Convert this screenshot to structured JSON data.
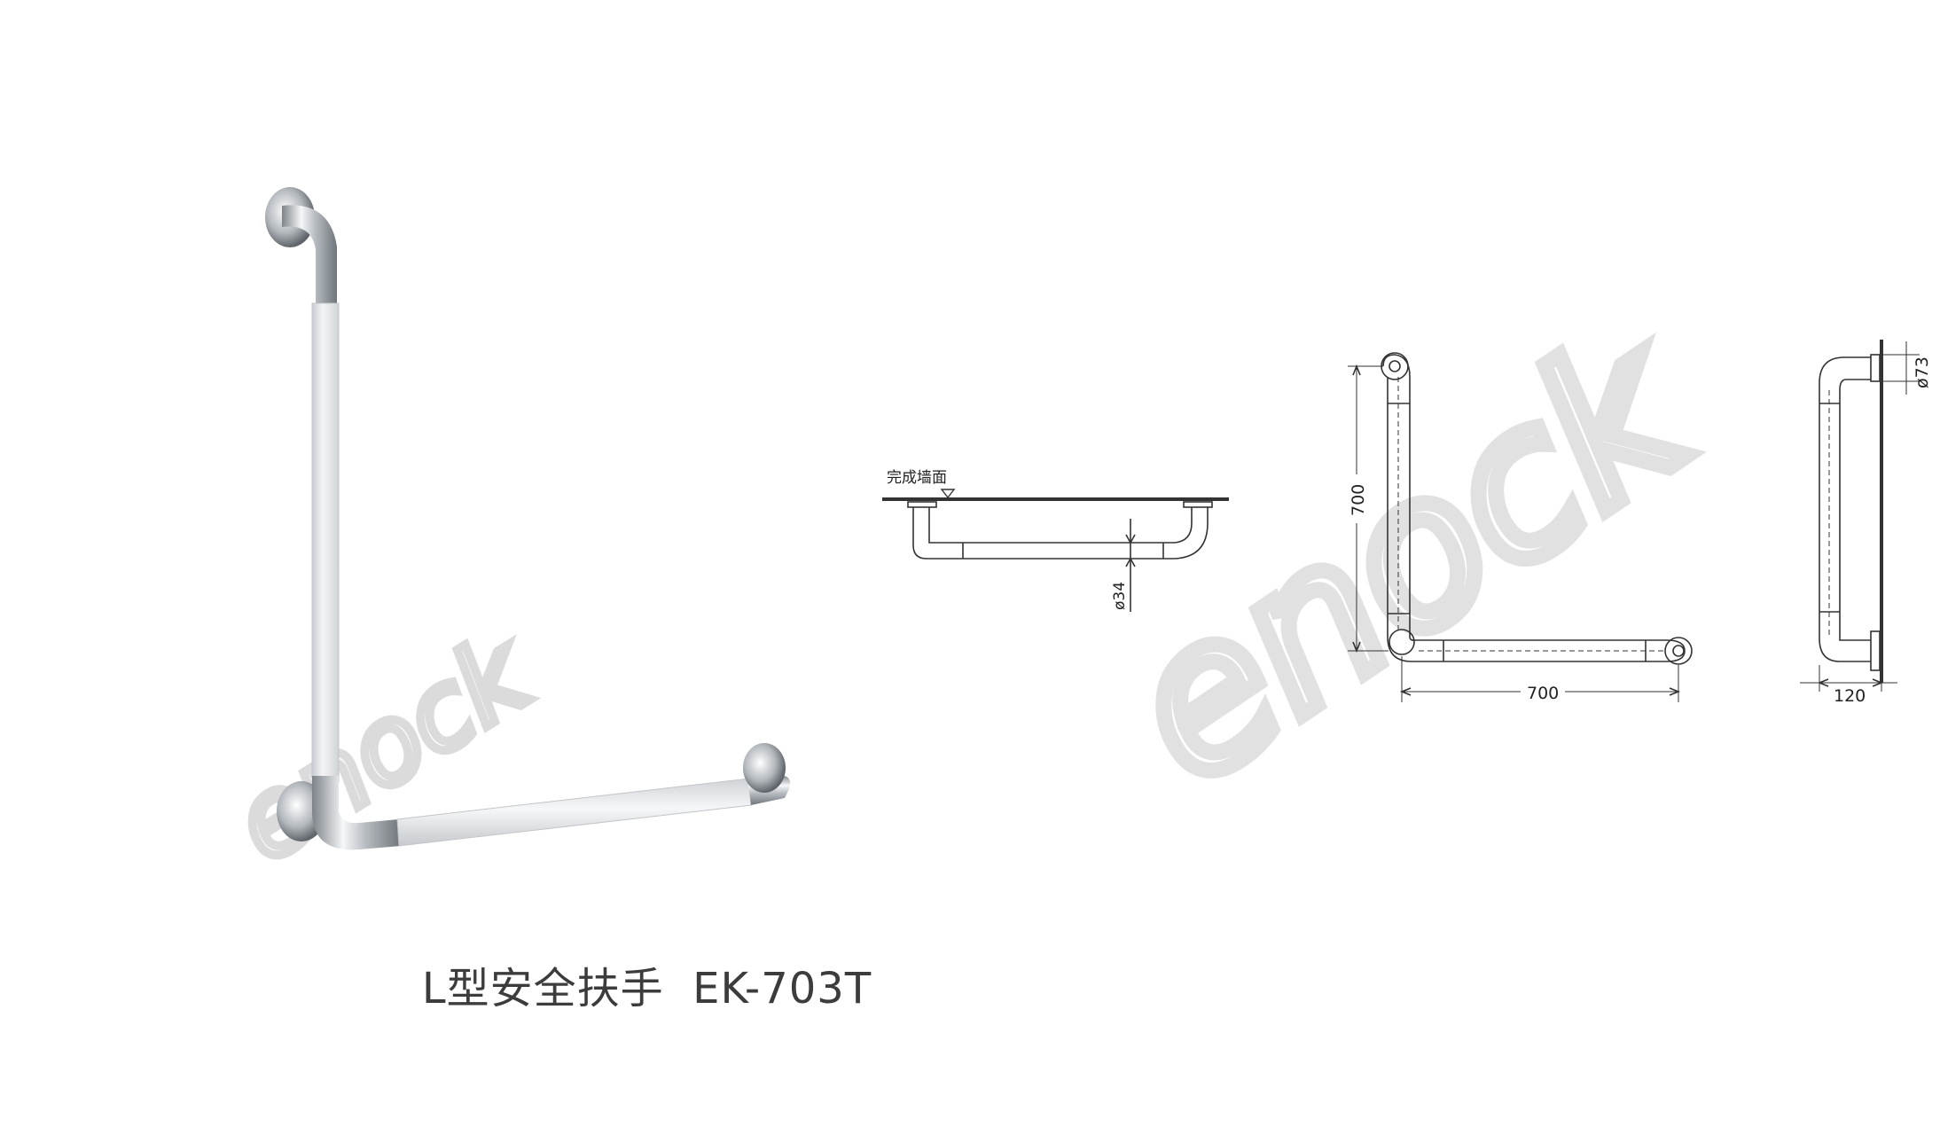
{
  "product": {
    "name": "L型安全扶手",
    "model": "EK-703T"
  },
  "watermark": {
    "text": "enock"
  },
  "drawings": {
    "top_view": {
      "wall_label": "完成墙面",
      "tube_diameter_label": "ø34"
    },
    "front_view": {
      "height_label": "700",
      "width_label": "700"
    },
    "side_view": {
      "flange_diameter_label": "ø73",
      "projection_label": "120"
    }
  },
  "colors": {
    "tube_white": "#eceef0",
    "chrome_dark": "#8a8f94",
    "chrome_light": "#f4f6f8",
    "line": "#333333",
    "watermark": "#dcdcdc"
  }
}
